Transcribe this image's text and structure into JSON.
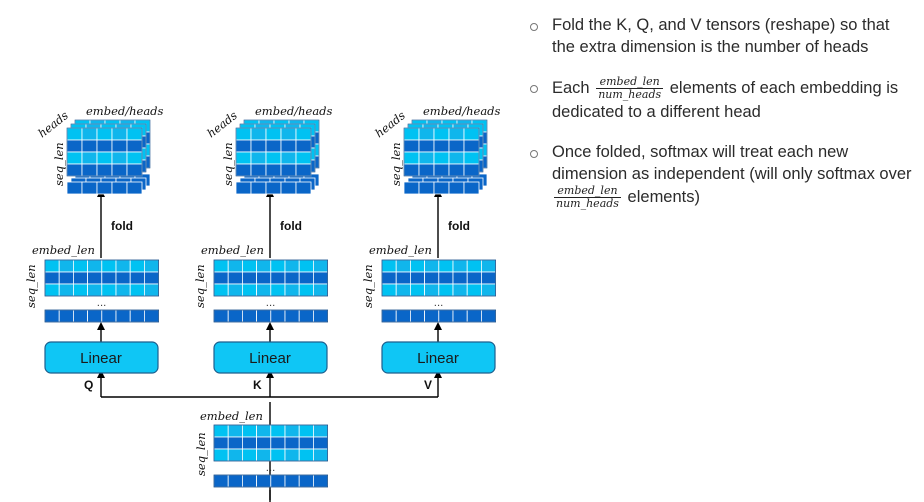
{
  "diagram": {
    "labels": {
      "embed_len": "embed_len",
      "seq_len": "seq_len",
      "heads": "heads",
      "embed_heads": "embed/heads",
      "fold": "fold",
      "linear": "Linear",
      "ellipsis": "..."
    },
    "branches": [
      {
        "letter": "Q"
      },
      {
        "letter": "K"
      },
      {
        "letter": "V"
      }
    ],
    "colors": {
      "light_cell": "#00c2f2",
      "dark_cell": "#0a66c8",
      "linear_fill": "#0fc6f5",
      "line": "#000000"
    }
  },
  "bullets": [
    {
      "text": "Fold the K, Q, and V tensors (reshape) so that the extra dimension is the number of heads"
    },
    {
      "before": "Each",
      "frac_num": "embed_len",
      "frac_den": "num_heads",
      "after": "elements of each embedding is dedicated to a different head"
    },
    {
      "before": "Once folded, softmax will treat each new dimension as independent (will only softmax over",
      "frac_num": "embed_len",
      "frac_den": "num_heads",
      "after": "elements)"
    }
  ]
}
